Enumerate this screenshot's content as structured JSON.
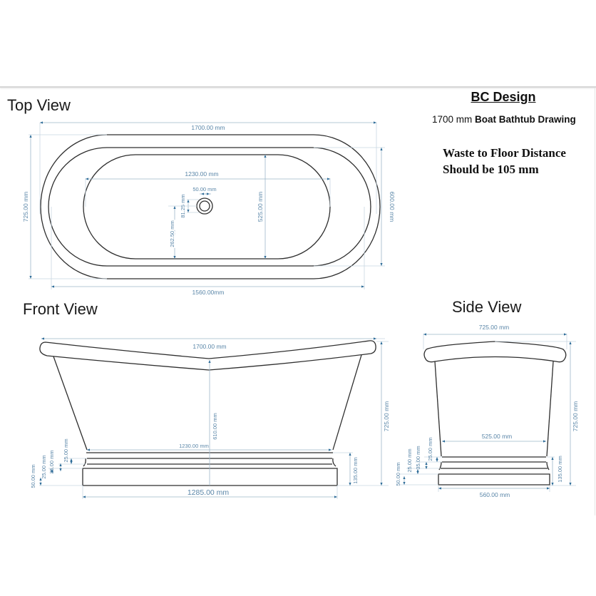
{
  "header": {
    "brand": "BC Design",
    "subtitle_size": "1700 mm",
    "subtitle_rest": " Boat Bathtub Drawing",
    "note_line1": "Waste to Floor Distance",
    "note_line2": "Should be 105 mm"
  },
  "colors": {
    "dimension": "#5a86a8",
    "arrow": "#2f6d99",
    "outline": "#2e2e2e"
  },
  "top_view": {
    "title": "Top View",
    "overall_length": "1700.00 mm",
    "overall_width": "725.00 mm",
    "inner_rim_width": "600.00 mm",
    "base_length": "1560.00mm",
    "interior_length": "1230.00 mm",
    "interior_width": "525.00 mm",
    "waste_diameter": "50.00 mm",
    "waste_offset": "81.25 mm",
    "waste_to_edge": "262.50 mm"
  },
  "front_view": {
    "title": "Front View",
    "overall_length": "1700.00 mm",
    "overall_height": "725.00 mm",
    "rim_to_base": "610.00 mm",
    "plinth_top_length": "1230.00 mm",
    "plinth_base_length": "1285.00 mm",
    "plinth_height": "135.00 mm",
    "band1": "25.00 mm",
    "band2": "35.00 mm",
    "band3": "25.00 mm",
    "base_band": "50.00 mm"
  },
  "side_view": {
    "title": "Side View",
    "overall_width": "725.00 mm",
    "overall_height": "725.00 mm",
    "plinth_top_width": "525.00 mm",
    "plinth_base_width": "560.00 mm",
    "plinth_height": "135.00 mm",
    "band1": "25.00 mm",
    "band2": "35.00 mm",
    "band3": "25.00 mm",
    "base_band": "50.00 mm"
  }
}
